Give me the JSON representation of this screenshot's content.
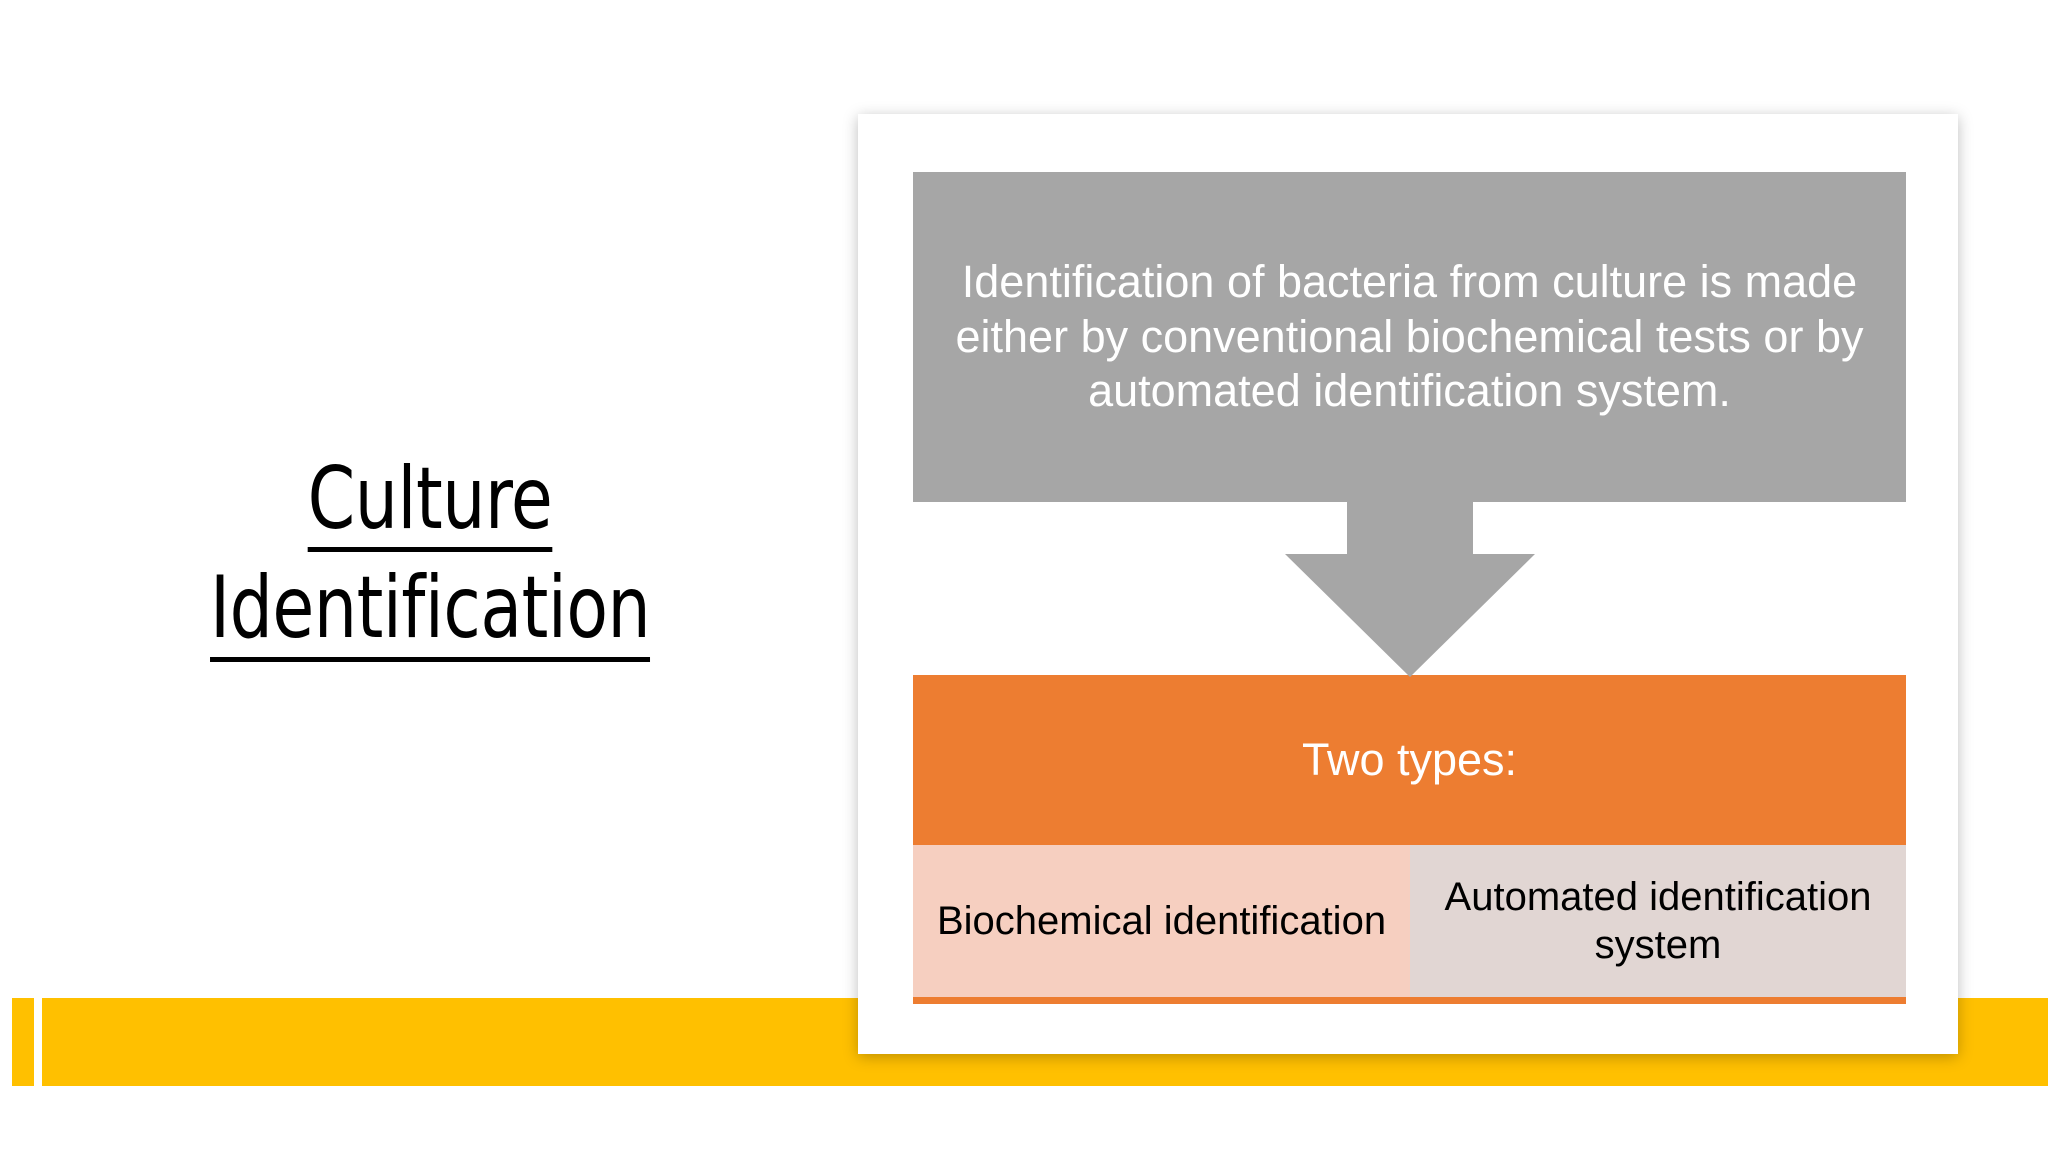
{
  "slide": {
    "title_lines": [
      "Culture",
      "Identification"
    ],
    "statement": "Identification of bacteria from culture is made either by conventional biochemical tests or by automated identification system.",
    "banner_label": "Two types:",
    "subtypes": [
      {
        "label": "Biochemical identification",
        "color": "#F6CFC0"
      },
      {
        "label": "Automated identification system",
        "color": "#E1D6D3"
      }
    ],
    "colors": {
      "statement_box": "#A6A6A6",
      "arrow": "#A6A6A6",
      "banner": "#ED7D31",
      "accent_underline": "#ED7D31",
      "footer_bar": "#FFC000",
      "background": "#FFFFFF",
      "title_text": "#000000",
      "statement_text": "#FFFFFF",
      "banner_text": "#FFFFFF",
      "subtype_text": "#000000"
    },
    "decor": {
      "arrow_direction": "down",
      "footer_tab_present": true
    }
  }
}
